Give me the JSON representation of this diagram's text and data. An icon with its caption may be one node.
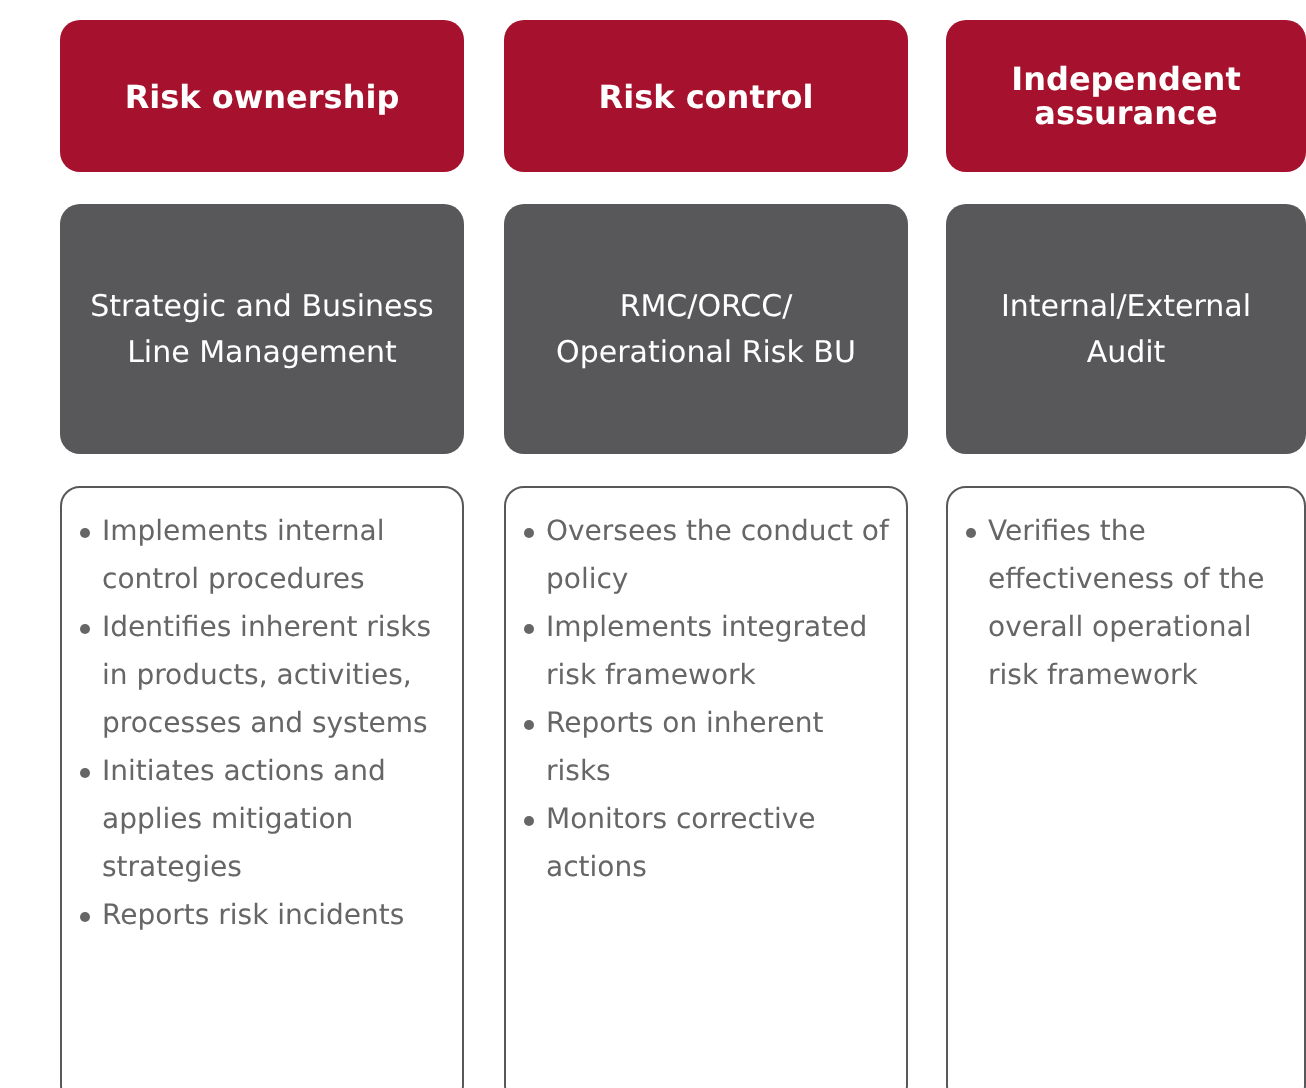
{
  "diagram": {
    "nodes": [
      {
        "text": [
          "Risk ownership"
        ]
      },
      {
        "text": [
          "Risk control"
        ]
      },
      {
        "text": [
          "Independent assurance"
        ]
      },
      {
        "text": [
          "Strategic and Business Line Management"
        ]
      },
      {
        "text": [
          "RMC/ORCC/ Operational Risk BU"
        ]
      },
      {
        "text": [
          "Internal/External Audit"
        ]
      },
      {
        "text": [
          "Implements internal control procedures",
          "Identifies inherent risks in products, activities, processes and systems",
          "Initiates actions and applies mitigation strategies",
          "Reports risk incidents"
        ]
      },
      {
        "text": [
          "Oversees the conduct of policy",
          "Implements integrated risk framework",
          "Reports on inherent risks",
          "Monitors corrective actions"
        ]
      },
      {
        "text": [
          "Verifies the effectiveness of the overall operational risk framework"
        ]
      }
    ]
  }
}
